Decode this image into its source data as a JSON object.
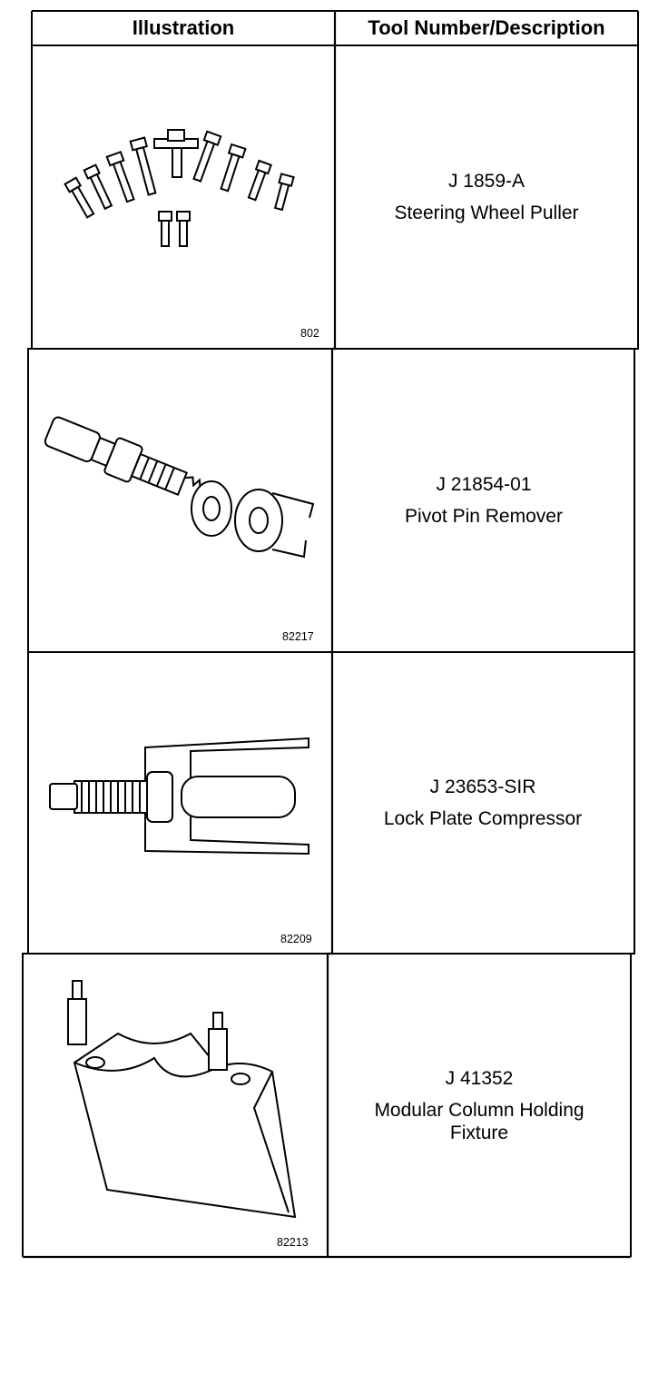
{
  "table": {
    "headers": {
      "illustration": "Illustration",
      "tool": "Tool Number/Description"
    },
    "rows": [
      {
        "figure_number": "802",
        "tool_number": "J 1859-A",
        "description": [
          "Steering Wheel Puller"
        ]
      },
      {
        "figure_number": "82217",
        "tool_number": "J 21854-01",
        "description": [
          "Pivot Pin Remover"
        ]
      },
      {
        "figure_number": "82209",
        "tool_number": "J 23653-SIR",
        "description": [
          "Lock Plate Compressor"
        ]
      },
      {
        "figure_number": "82213",
        "tool_number": "J 41352",
        "description": [
          "Modular Column Holding",
          "Fixture"
        ]
      }
    ]
  }
}
